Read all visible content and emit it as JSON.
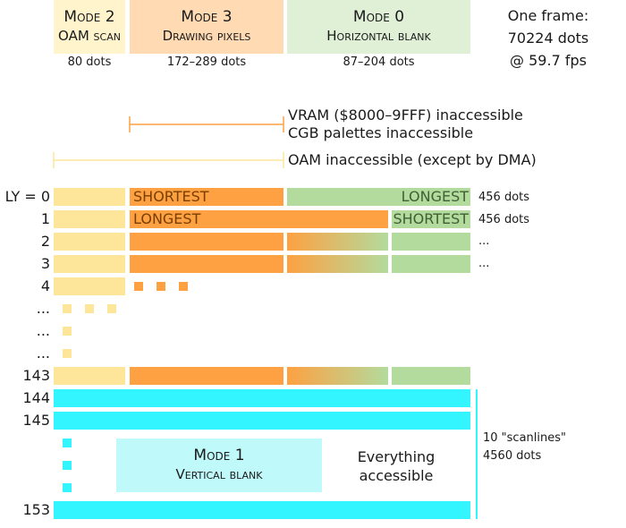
{
  "legend": {
    "mode2": {
      "title": "Mode 2",
      "subtitle": "OAM scan",
      "dots": "80 dots"
    },
    "mode3": {
      "title": "Mode 3",
      "subtitle": "Drawing pixels",
      "dots": "172–289 dots"
    },
    "mode0": {
      "title": "Mode 0",
      "subtitle": "Horizontal blank",
      "dots": "87–204 dots"
    },
    "frame": {
      "line1": "One frame:",
      "line2": "70224 dots",
      "line3": "@ 59.7 fps"
    }
  },
  "access": {
    "vram_line1": "VRAM ($8000–9FFF) inaccessible",
    "vram_line2": "CGB palettes inaccessible",
    "oam": "OAM inaccessible (except by DMA)"
  },
  "rows": {
    "ly0": {
      "label": "LY = 0",
      "left_text": "SHORTEST",
      "right_text": "LONGEST",
      "side": "456 dots"
    },
    "ly1": {
      "label": "1",
      "left_text": "LONGEST",
      "right_text": "SHORTEST",
      "side": "456 dots"
    },
    "ly2": {
      "label": "2",
      "side": "..."
    },
    "ly3": {
      "label": "3",
      "side": "..."
    },
    "ly4": {
      "label": "4"
    },
    "ellipsis": "...",
    "ly143": {
      "label": "143"
    },
    "ly144": {
      "label": "144"
    },
    "ly145": {
      "label": "145"
    },
    "ly153": {
      "label": "153"
    }
  },
  "vblank": {
    "title": "Mode 1",
    "subtitle": "Vertical blank",
    "everything_line1": "Everything",
    "everything_line2": "accessible",
    "note_line1": "10 \"scanlines\"",
    "note_line2": "4560 dots"
  },
  "colors": {
    "mode2": "#fde59a",
    "mode3": "#fea142",
    "mode0": "#b3db9d",
    "mode1": "#33f5ff",
    "legend_mode2_bg": "#fff4cc",
    "legend_mode3_bg": "#ffdab3",
    "legend_mode0_bg": "#dff0d6",
    "legend_mode1_bg": "#bff9fa"
  }
}
